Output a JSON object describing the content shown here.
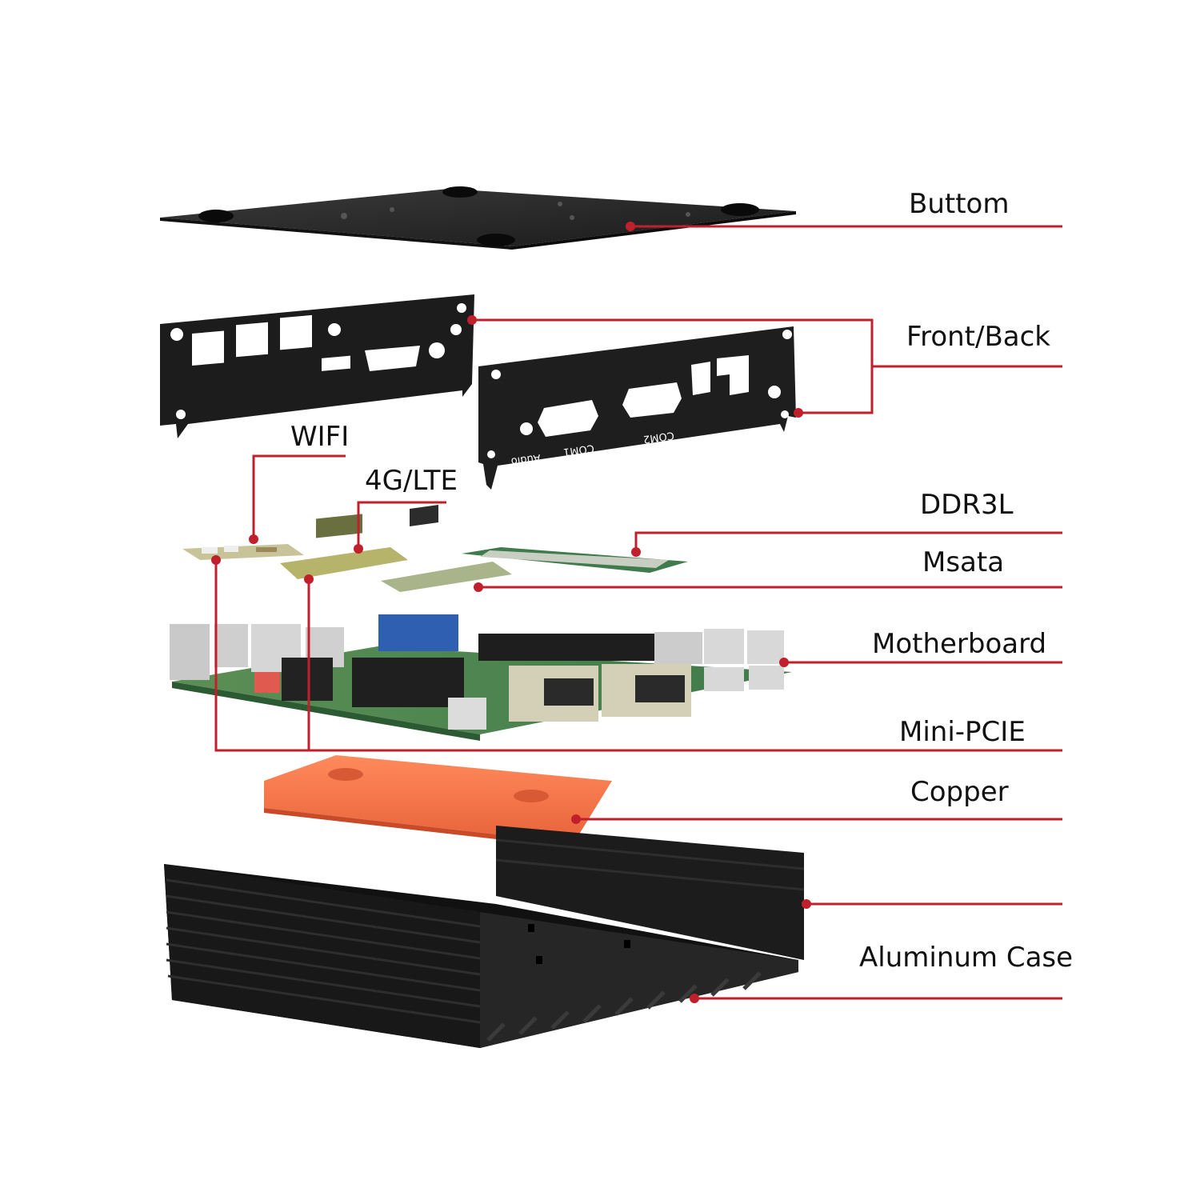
{
  "accent_color": "#c0202c",
  "labels": {
    "bottom": "Buttom",
    "front_back": "Front/Back",
    "wifi": "WIFI",
    "lte": "4G/LTE",
    "ddr3l": "DDR3L",
    "msata": "Msata",
    "motherboard": "Motherboard",
    "mini_pcie": "Mini-PCIE",
    "copper": "Copper",
    "aluminum_case": "Aluminum Case"
  },
  "panel_port_labels": {
    "audio": "Audio",
    "com1": "COM1",
    "com2": "COM2"
  }
}
